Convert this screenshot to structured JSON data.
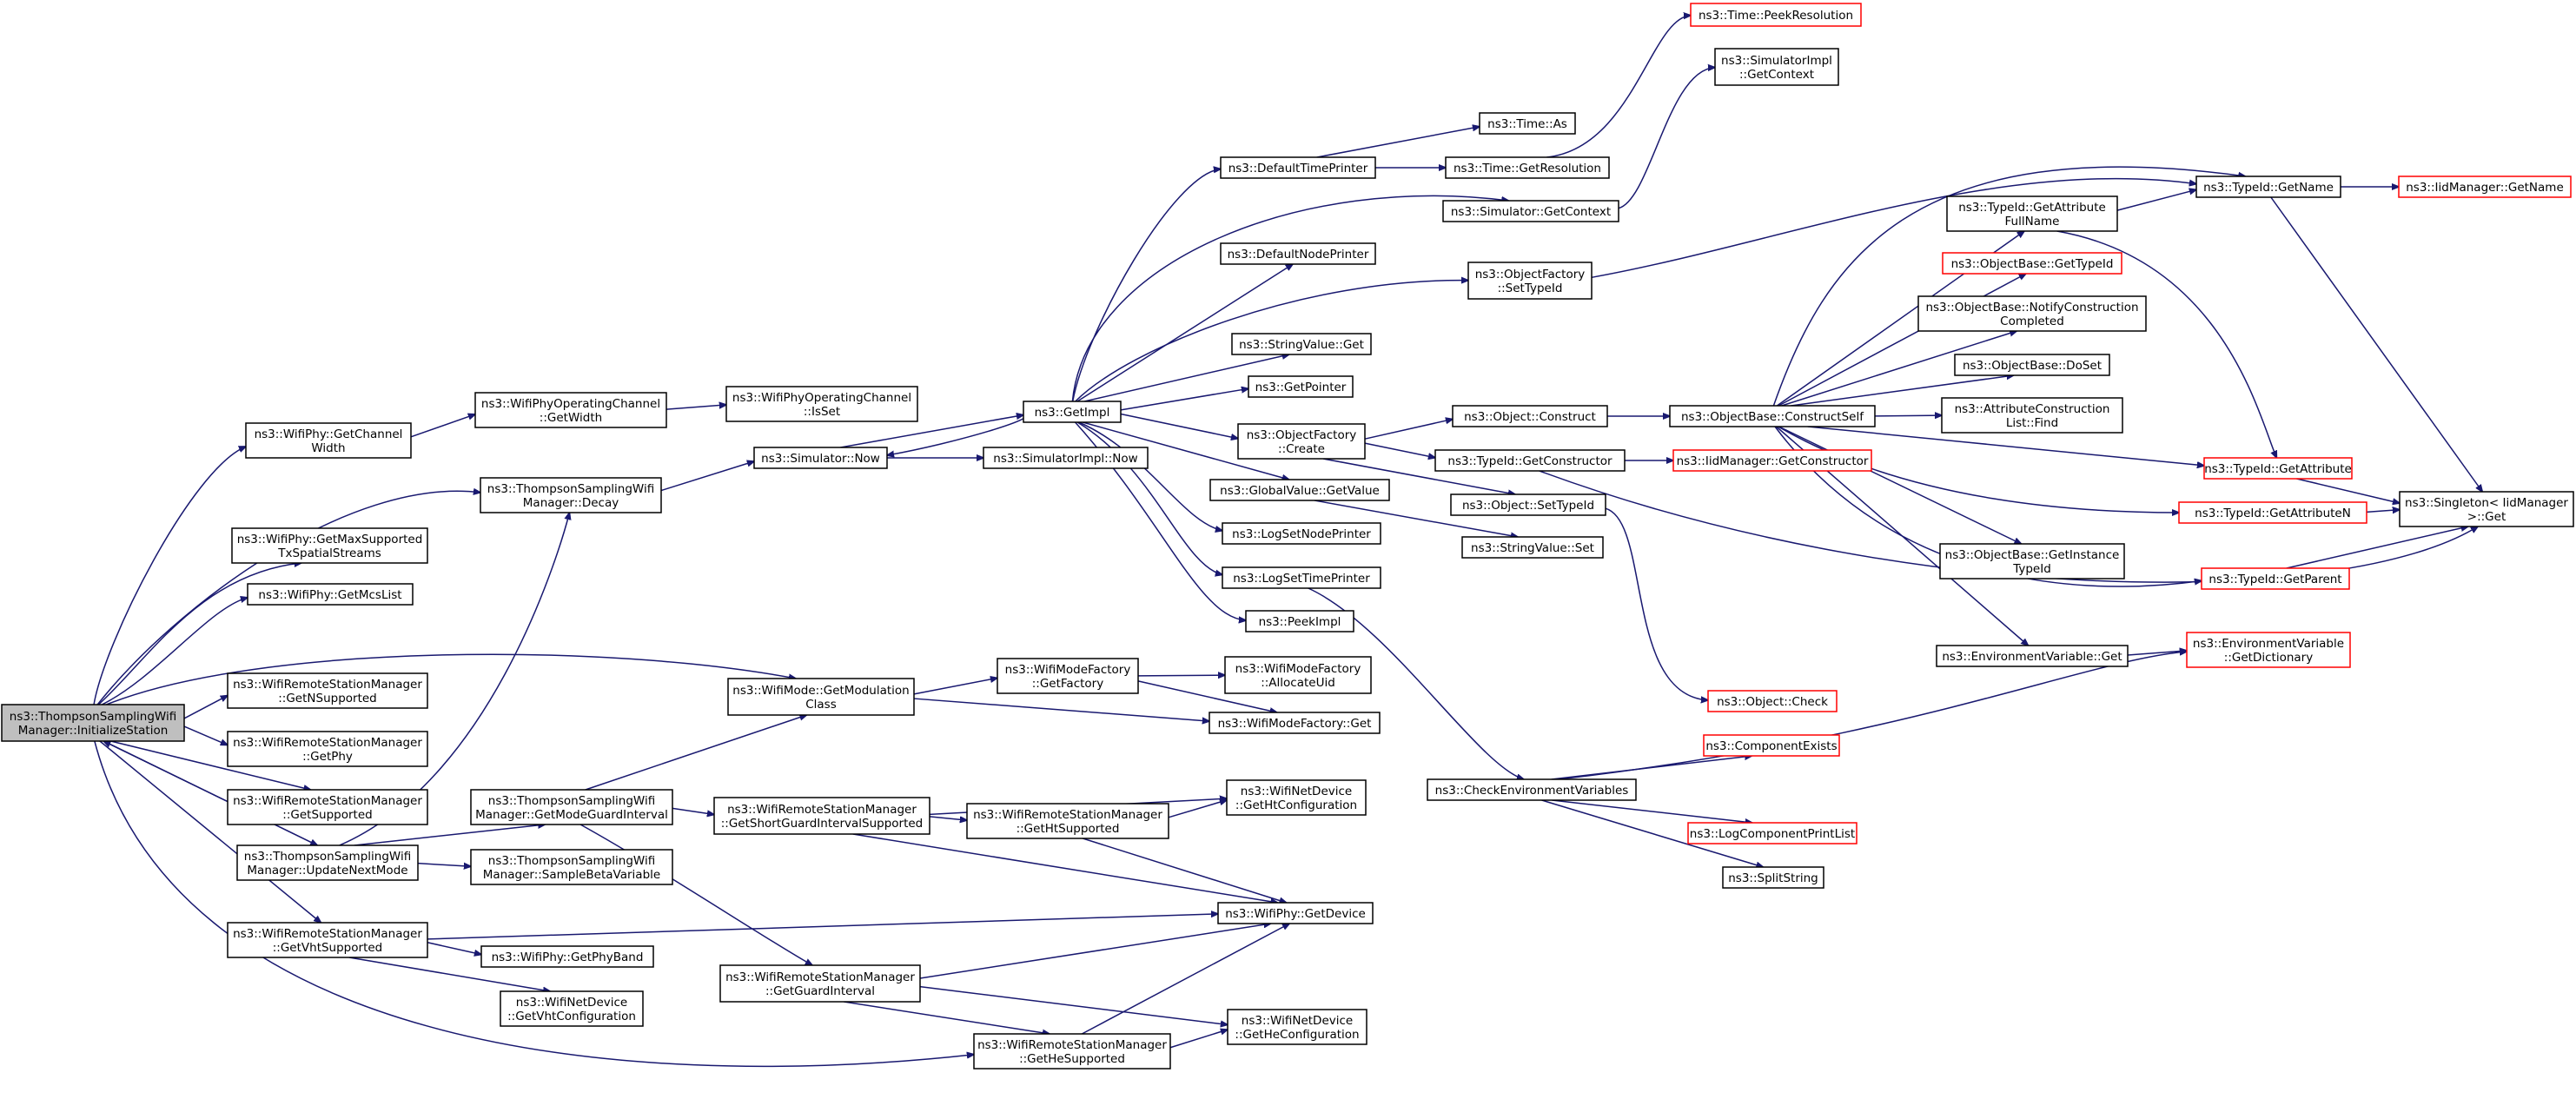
{
  "nodes": [
    {
      "id": "root",
      "lines": [
        "ns3::ThompsonSamplingWifi",
        "Manager::InitializeStation"
      ],
      "style": "root"
    },
    {
      "id": "getChannelWidth",
      "lines": [
        "ns3::WifiPhy::GetChannel",
        "Width"
      ]
    },
    {
      "id": "opChanGetWidth",
      "lines": [
        "ns3::WifiPhyOperatingChannel",
        "::GetWidth"
      ]
    },
    {
      "id": "opChanIsSet",
      "lines": [
        "ns3::WifiPhyOperatingChannel",
        "::IsSet"
      ]
    },
    {
      "id": "decay",
      "lines": [
        "ns3::ThompsonSamplingWifi",
        "Manager::Decay"
      ]
    },
    {
      "id": "simNow",
      "lines": [
        "ns3::Simulator::Now"
      ]
    },
    {
      "id": "simImplNow",
      "lines": [
        "ns3::SimulatorImpl::Now"
      ]
    },
    {
      "id": "getImpl",
      "lines": [
        "ns3::GetImpl"
      ]
    },
    {
      "id": "getMaxSS",
      "lines": [
        "ns3::WifiPhy::GetMaxSupported",
        "TxSpatialStreams"
      ]
    },
    {
      "id": "getMcsList",
      "lines": [
        "ns3::WifiPhy::GetMcsList"
      ]
    },
    {
      "id": "getNSupported",
      "lines": [
        "ns3::WifiRemoteStationManager",
        "::GetNSupported"
      ]
    },
    {
      "id": "getPhy",
      "lines": [
        "ns3::WifiRemoteStationManager",
        "::GetPhy"
      ]
    },
    {
      "id": "getSupported",
      "lines": [
        "ns3::WifiRemoteStationManager",
        "::GetSupported"
      ]
    },
    {
      "id": "updateNextMode",
      "lines": [
        "ns3::ThompsonSamplingWifi",
        "Manager::UpdateNextMode"
      ]
    },
    {
      "id": "getVhtSupported",
      "lines": [
        "ns3::WifiRemoteStationManager",
        "::GetVhtSupported"
      ]
    },
    {
      "id": "getModGI",
      "lines": [
        "ns3::ThompsonSamplingWifi",
        "Manager::GetModeGuardInterval"
      ]
    },
    {
      "id": "sampleBeta",
      "lines": [
        "ns3::ThompsonSamplingWifi",
        "Manager::SampleBetaVariable"
      ]
    },
    {
      "id": "modClass",
      "lines": [
        "ns3::WifiMode::GetModulation",
        "Class"
      ]
    },
    {
      "id": "modeFactoryGet",
      "lines": [
        "ns3::WifiModeFactory",
        "::GetFactory"
      ]
    },
    {
      "id": "allocateUid",
      "lines": [
        "ns3::WifiModeFactory",
        "::AllocateUid"
      ]
    },
    {
      "id": "wmfGet",
      "lines": [
        "ns3::WifiModeFactory::Get"
      ]
    },
    {
      "id": "shortGI",
      "lines": [
        "ns3::WifiRemoteStationManager",
        "::GetShortGuardIntervalSupported"
      ]
    },
    {
      "id": "htSupported",
      "lines": [
        "ns3::WifiRemoteStationManager",
        "::GetHtSupported"
      ]
    },
    {
      "id": "htConfig",
      "lines": [
        "ns3::WifiNetDevice",
        "::GetHtConfiguration"
      ]
    },
    {
      "id": "getDevice",
      "lines": [
        "ns3::WifiPhy::GetDevice"
      ]
    },
    {
      "id": "getPhyBand",
      "lines": [
        "ns3::WifiPhy::GetPhyBand"
      ]
    },
    {
      "id": "vhtConfig",
      "lines": [
        "ns3::WifiNetDevice",
        "::GetVhtConfiguration"
      ]
    },
    {
      "id": "getGI",
      "lines": [
        "ns3::WifiRemoteStationManager",
        "::GetGuardInterval"
      ]
    },
    {
      "id": "heSupported",
      "lines": [
        "ns3::WifiRemoteStationManager",
        "::GetHeSupported"
      ]
    },
    {
      "id": "heConfig",
      "lines": [
        "ns3::WifiNetDevice",
        "::GetHeConfiguration"
      ]
    },
    {
      "id": "defTimePrinter",
      "lines": [
        "ns3::DefaultTimePrinter"
      ]
    },
    {
      "id": "timeAs",
      "lines": [
        "ns3::Time::As"
      ]
    },
    {
      "id": "timeGetRes",
      "lines": [
        "ns3::Time::GetResolution"
      ]
    },
    {
      "id": "peekRes",
      "lines": [
        "ns3::Time::PeekResolution"
      ],
      "style": "red"
    },
    {
      "id": "simImplGetCtx",
      "lines": [
        "ns3::SimulatorImpl",
        "::GetContext"
      ]
    },
    {
      "id": "simGetCtx",
      "lines": [
        "ns3::Simulator::GetContext"
      ]
    },
    {
      "id": "defNodePrinter",
      "lines": [
        "ns3::DefaultNodePrinter"
      ]
    },
    {
      "id": "ofSetTypeId",
      "lines": [
        "ns3::ObjectFactory",
        "::SetTypeId"
      ]
    },
    {
      "id": "strValGet",
      "lines": [
        "ns3::StringValue::Get"
      ]
    },
    {
      "id": "getPointer",
      "lines": [
        "ns3::GetPointer"
      ]
    },
    {
      "id": "ofCreate",
      "lines": [
        "ns3::ObjectFactory",
        "::Create"
      ]
    },
    {
      "id": "objConstruct",
      "lines": [
        "ns3::Object::Construct"
      ]
    },
    {
      "id": "tidGetCtor",
      "lines": [
        "ns3::TypeId::GetConstructor"
      ]
    },
    {
      "id": "iidGetCtor",
      "lines": [
        "ns3::IidManager::GetConstructor"
      ],
      "style": "red"
    },
    {
      "id": "objSetTypeId",
      "lines": [
        "ns3::Object::SetTypeId"
      ]
    },
    {
      "id": "strValSet",
      "lines": [
        "ns3::StringValue::Set"
      ]
    },
    {
      "id": "globalGetValue",
      "lines": [
        "ns3::GlobalValue::GetValue"
      ]
    },
    {
      "id": "logSetNode",
      "lines": [
        "ns3::LogSetNodePrinter"
      ]
    },
    {
      "id": "logSetTime",
      "lines": [
        "ns3::LogSetTimePrinter"
      ]
    },
    {
      "id": "peekImpl",
      "lines": [
        "ns3::PeekImpl"
      ]
    },
    {
      "id": "objCheck",
      "lines": [
        "ns3::Object::Check"
      ],
      "style": "red"
    },
    {
      "id": "checkEnv",
      "lines": [
        "ns3::CheckEnvironmentVariables"
      ]
    },
    {
      "id": "compExists",
      "lines": [
        "ns3::ComponentExists"
      ],
      "style": "red"
    },
    {
      "id": "logCompPrint",
      "lines": [
        "ns3::LogComponentPrintList"
      ],
      "style": "red"
    },
    {
      "id": "splitString",
      "lines": [
        "ns3::SplitString"
      ]
    },
    {
      "id": "constructSelf",
      "lines": [
        "ns3::ObjectBase::ConstructSelf"
      ]
    },
    {
      "id": "tidGetAttrFull",
      "lines": [
        "ns3::TypeId::GetAttribute",
        "FullName"
      ]
    },
    {
      "id": "tidGetName",
      "lines": [
        "ns3::TypeId::GetName"
      ]
    },
    {
      "id": "iidGetName",
      "lines": [
        "ns3::IidManager::GetName"
      ],
      "style": "red"
    },
    {
      "id": "obGetTypeId",
      "lines": [
        "ns3::ObjectBase::GetTypeId"
      ],
      "style": "red"
    },
    {
      "id": "obNotify",
      "lines": [
        "ns3::ObjectBase::NotifyConstruction",
        "Completed"
      ]
    },
    {
      "id": "obDoSet",
      "lines": [
        "ns3::ObjectBase::DoSet"
      ]
    },
    {
      "id": "attrFind",
      "lines": [
        "ns3::AttributeConstruction",
        "List::Find"
      ]
    },
    {
      "id": "tidGetAttr",
      "lines": [
        "ns3::TypeId::GetAttribute"
      ],
      "style": "red"
    },
    {
      "id": "tidGetAttrN",
      "lines": [
        "ns3::TypeId::GetAttributeN"
      ],
      "style": "red"
    },
    {
      "id": "singletonGet",
      "lines": [
        "ns3::Singleton< IidManager",
        ">::Get"
      ]
    },
    {
      "id": "obGetInstTid",
      "lines": [
        "ns3::ObjectBase::GetInstance",
        "TypeId"
      ]
    },
    {
      "id": "tidGetParent",
      "lines": [
        "ns3::TypeId::GetParent"
      ],
      "style": "red"
    },
    {
      "id": "envGet",
      "lines": [
        "ns3::EnvironmentVariable::Get"
      ]
    },
    {
      "id": "envGetDict",
      "lines": [
        "ns3::EnvironmentVariable",
        "::GetDictionary"
      ],
      "style": "red"
    }
  ]
}
